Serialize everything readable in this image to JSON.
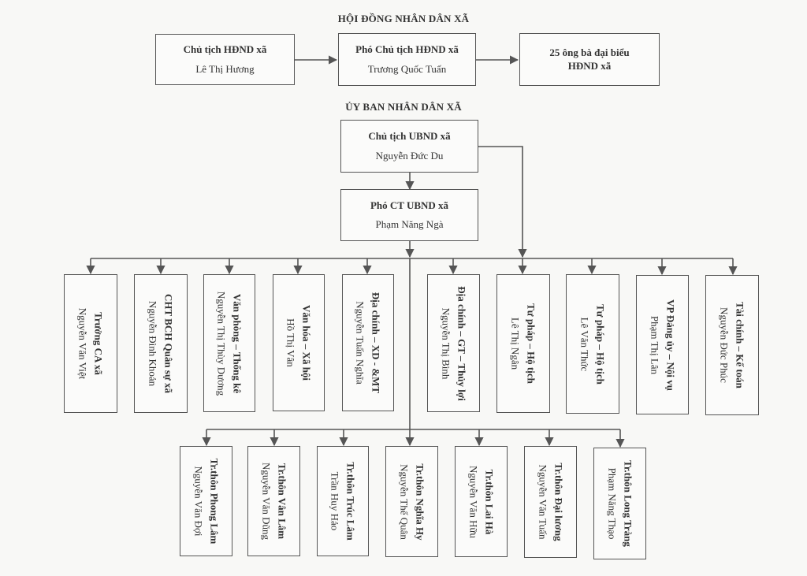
{
  "council": {
    "heading": "HỘI ĐỒNG NHÂN DÂN XÃ",
    "chair": {
      "title": "Chủ tịch HĐND xã",
      "name": "Lê Thị Hương"
    },
    "vice_chair": {
      "title": "Phó Chủ tịch HĐND xã",
      "name": "Trương Quốc Tuấn"
    },
    "delegates": {
      "title": "25 ông bà đại biểu HĐND xã"
    }
  },
  "committee": {
    "heading": "ỦY BAN NHÂN DÂN XÃ",
    "chair": {
      "title": "Chủ tịch UBND xã",
      "name": "Nguyễn Đức Du"
    },
    "vice_chair": {
      "title": "Phó CT UBND xã",
      "name": "Phạm Năng Ngà"
    }
  },
  "departments": [
    {
      "title": "Trưởng CA xã",
      "name": "Nguyễn Văn Việt"
    },
    {
      "title": "CHT BCH Quân sự xã",
      "name": "Nguyễn Đình Khoản"
    },
    {
      "title": "Văn phòng – Thống kê",
      "name": "Nguyễn Thị Thùy Dương"
    },
    {
      "title": "Văn hóa – Xã hội",
      "name": "Hồ Thị Vân"
    },
    {
      "title": "Địa chính – XD - &MT",
      "name": "Nguyễn Tuấn Nghĩa"
    },
    {
      "title": "Địa chính – GT – Thủy lợi",
      "name": "Nguyễn Thị Bình"
    },
    {
      "title": "Tư pháp – Hộ tịch",
      "name": "Lê Thị Ngân"
    },
    {
      "title": "Tư pháp – Hộ tịch",
      "name": "Lê Văn Thức"
    },
    {
      "title": "VP Đảng ủy – Nội vụ",
      "name": "Phạm Thị Lân"
    },
    {
      "title": "Tài chính – Kế toán",
      "name": "Nguyễn Đức Phúc"
    }
  ],
  "villages": [
    {
      "title": "Tr.thôn Phong Lâm",
      "name": "Nguyễn Văn Đợi"
    },
    {
      "title": "Tr.thôn Vân Lâm",
      "name": "Nguyễn Văn Dũng"
    },
    {
      "title": "Tr.thôn Trúc Lâm",
      "name": "Trần Huy Hảo"
    },
    {
      "title": "Tr.thôn Nghĩa Hy",
      "name": "Nguyễn Thế Quân"
    },
    {
      "title": "Tr.thôn Lai Hà",
      "name": "Nguyễn Văn Hữu"
    },
    {
      "title": "Tr.thôn Đại lương",
      "name": "Nguyễn Văn Tuấn"
    },
    {
      "title": "Tr.thôn Long Tràng",
      "name": "Phạm Năng Thạo"
    }
  ]
}
